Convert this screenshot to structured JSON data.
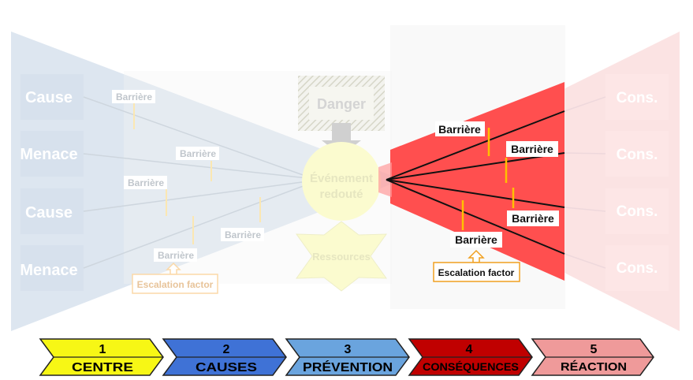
{
  "diagram": {
    "left_boxes": [
      "Cause",
      "Menace",
      "Cause",
      "Menace"
    ],
    "right_boxes": [
      "Cons.",
      "Cons.",
      "Cons.",
      "Cons."
    ],
    "danger_label": "Danger",
    "event_label_line1": "Événement",
    "event_label_line2": "redouté",
    "resources_label": "Ressources",
    "left_barrier_label": "Barrière",
    "left_escalation_label": "Escalation factor",
    "right_barrier_label": "Barrière",
    "right_escalation_label": "Escalation factor"
  },
  "steps": [
    {
      "number": "1",
      "label": "CENTRE",
      "fill": "#f7f715",
      "text_color": "#000000"
    },
    {
      "number": "2",
      "label": "CAUSES",
      "fill": "#3f72d6",
      "text_color": "#000000"
    },
    {
      "number": "3",
      "label": "PRÉVENTION",
      "fill": "#6aa4de",
      "text_color": "#000000"
    },
    {
      "number": "4",
      "label": "CONSÉQUENCES",
      "fill": "#c00000",
      "text_color": "#000000"
    },
    {
      "number": "5",
      "label": "RÉACTION",
      "fill": "#ef9a9a",
      "text_color": "#000000"
    }
  ],
  "colors": {
    "left_wedge": "#dde6f0",
    "right_faded_wedge": "#fbdcdc",
    "active_wedge": "#ff4f4f",
    "barrier_tick": "#ffc000",
    "escalation_border": "#f0a020"
  }
}
